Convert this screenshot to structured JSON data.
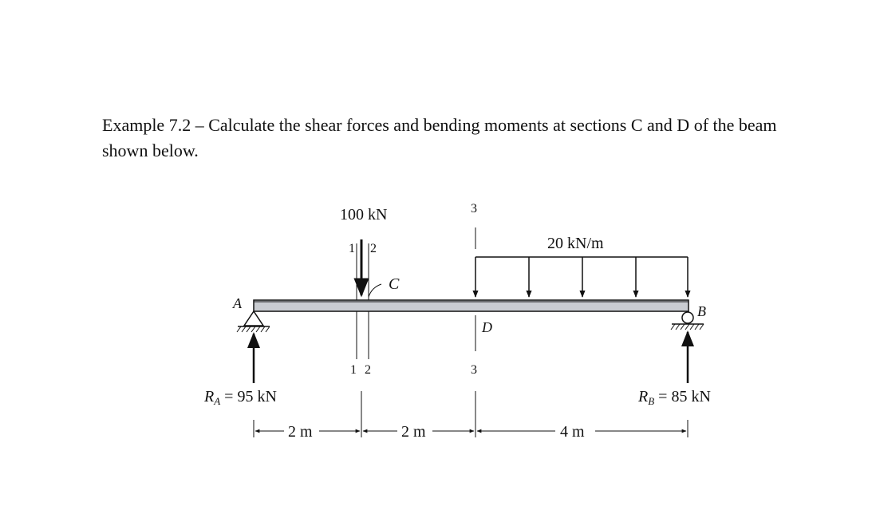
{
  "problem": {
    "heading": "Example 7.2",
    "dash": " – ",
    "text": "Calculate the shear forces and bending moments at sections C and D of the beam shown below."
  },
  "diagram": {
    "point_load": "100 kN",
    "distributed_load": "20 kN/m",
    "support_a": "A",
    "support_b": "B",
    "point_c": "C",
    "point_d": "D",
    "section_1": "1",
    "section_2": "2",
    "section_3": "3",
    "reaction_a": "R",
    "reaction_a_sub": "A",
    "reaction_a_value": " = 95 kN",
    "reaction_b": "R",
    "reaction_b_sub": "B",
    "reaction_b_value": " = 85 kN",
    "dim_1": "2 m",
    "dim_2": "2 m",
    "dim_3": "4 m"
  },
  "colors": {
    "beam_fill": "#c9ccd1",
    "ink": "#111111"
  }
}
